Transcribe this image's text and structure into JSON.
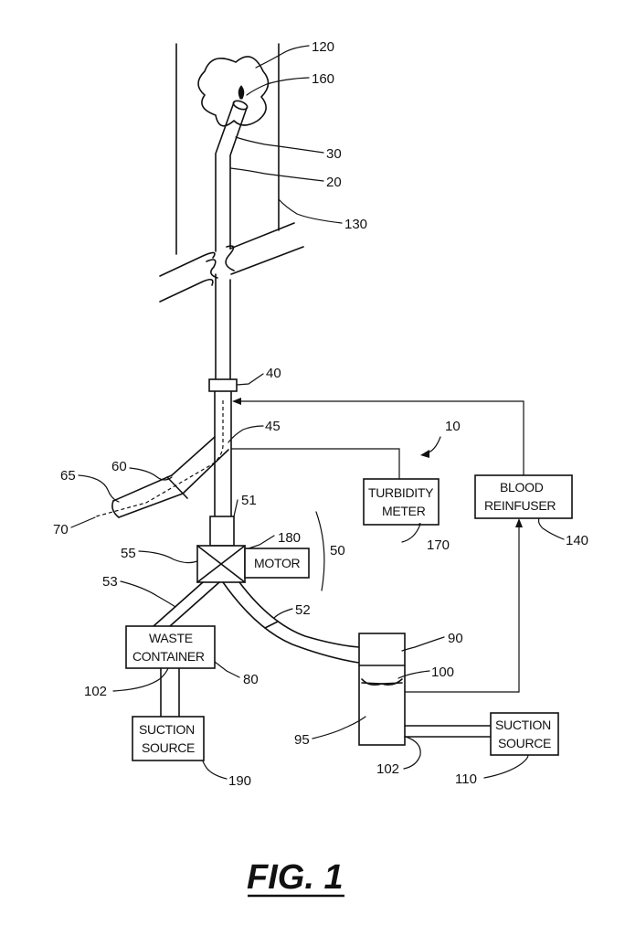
{
  "figure": {
    "caption": "FIG. 1"
  },
  "boxes": {
    "turbidity_meter": [
      "TURBIDITY",
      "METER"
    ],
    "blood_reinfuser": [
      "BLOOD",
      "REINFUSER"
    ],
    "motor": [
      "MOTOR"
    ],
    "waste_container": [
      "WASTE",
      "CONTAINER"
    ],
    "suction_source_left": [
      "SUCTION",
      "SOURCE"
    ],
    "suction_source_right": [
      "SUCTION",
      "SOURCE"
    ]
  },
  "refs": {
    "r120": "120",
    "r160": "160",
    "r30": "30",
    "r20": "20",
    "r130": "130",
    "r40": "40",
    "r45": "45",
    "r10": "10",
    "r60": "60",
    "r65": "65",
    "r70": "70",
    "r51": "51",
    "r180": "180",
    "r55": "55",
    "r50": "50",
    "r170": "170",
    "r140": "140",
    "r53": "53",
    "r52": "52",
    "r90": "90",
    "r100": "100",
    "r80": "80",
    "r102a": "102",
    "r95": "95",
    "r102b": "102",
    "r110": "110",
    "r190": "190"
  }
}
